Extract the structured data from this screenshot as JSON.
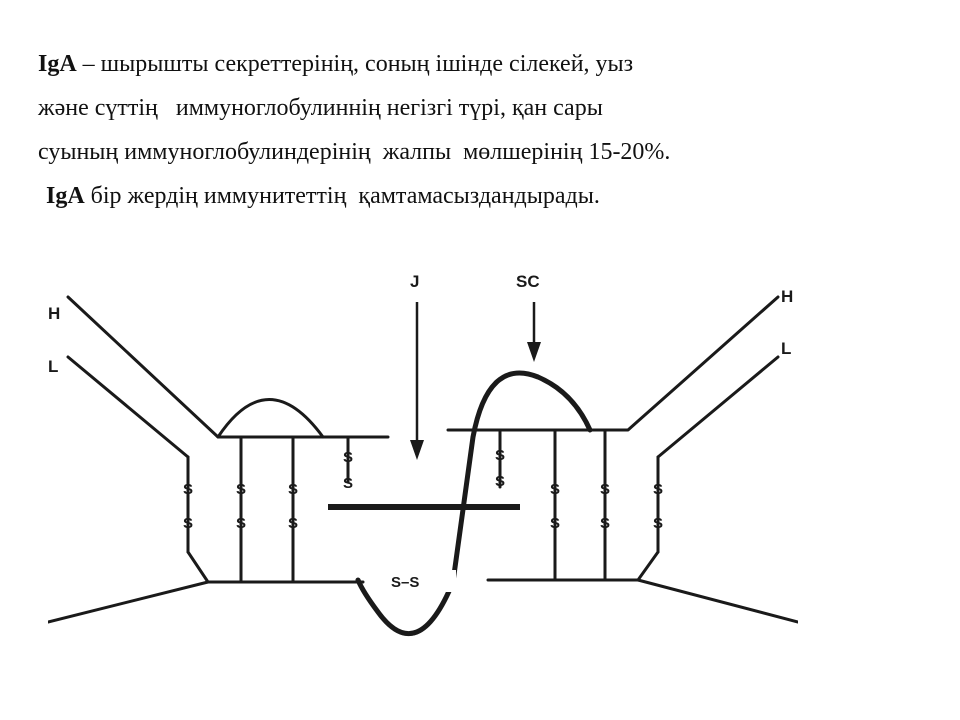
{
  "paragraph": {
    "line1_term": "IgA",
    "line1_rest": " – шырышты секреттерінің, соның ішінде сілекей, уыз",
    "line2": "және сүттің   иммуноглобулиннің негізгі түрі, қан сары",
    "line3": "суының иммуноглобулиндерінің  жалпы  мөлшерінің 15-20%.",
    "line4_term": "IgA",
    "line4_rest": " бір жердің иммунитеттің  қамтамасыздандырады."
  },
  "diagram": {
    "labels": {
      "heavy_left": "H",
      "light_left": "L",
      "heavy_right": "H",
      "light_right": "L",
      "j_chain": "J",
      "secretory_component": "SC",
      "disulfide": "S",
      "s_dash": "–",
      "ss_bond": "S–S"
    }
  }
}
